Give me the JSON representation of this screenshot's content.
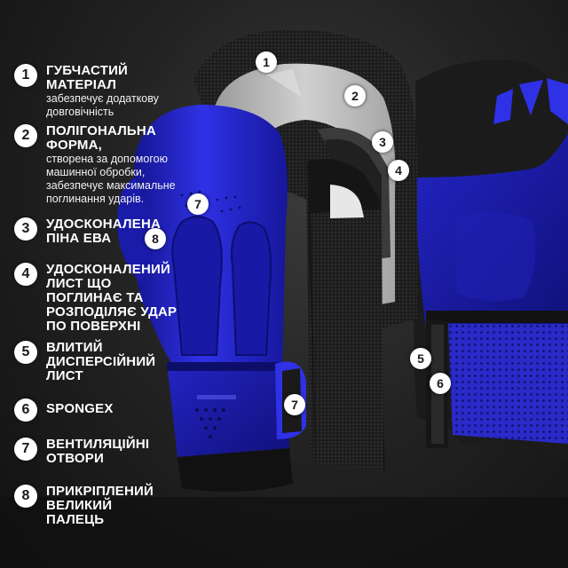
{
  "features": [
    {
      "number": "1",
      "title": "ГУБЧАСТИЙ МАТЕРІАЛ",
      "desc": "забезпечує додаткову довговічність"
    },
    {
      "number": "2",
      "title": "ПОЛІГОНАЛЬНА ФОРМА,",
      "desc": "створена за допомогою машинної обробки, забезпечує максимальне поглинання ударів."
    },
    {
      "number": "3",
      "title": "УДОСКОНАЛЕНА ПІНА ЕВА",
      "desc": ""
    },
    {
      "number": "4",
      "title": "УДОСКОНАЛЕНИЙ ЛИСТ ЩО ПОГЛИНАЄ ТА РОЗПОДІЛЯЄ УДАР ПО ПОВЕРХНІ",
      "desc": ""
    },
    {
      "number": "5",
      "title": "ВЛИТИЙ ДИСПЕРСІЙНИЙ ЛИСТ",
      "desc": ""
    },
    {
      "number": "6",
      "title": "SPONGEX",
      "desc": ""
    },
    {
      "number": "7",
      "title": "ВЕНТИЛЯЦІЙНІ ОТВОРИ",
      "desc": ""
    },
    {
      "number": "8",
      "title": "ПРИКРІПЛЕНИЙ ВЕЛИКИЙ ПАЛЕЦЬ",
      "desc": ""
    }
  ],
  "markers": [
    "1",
    "2",
    "3",
    "4",
    "5",
    "6",
    "7",
    "7",
    "8"
  ],
  "colors": {
    "accent_blue": "#2a2bd6",
    "dark": "#1a1a1a",
    "foam_grey": "#b9b9b9"
  }
}
